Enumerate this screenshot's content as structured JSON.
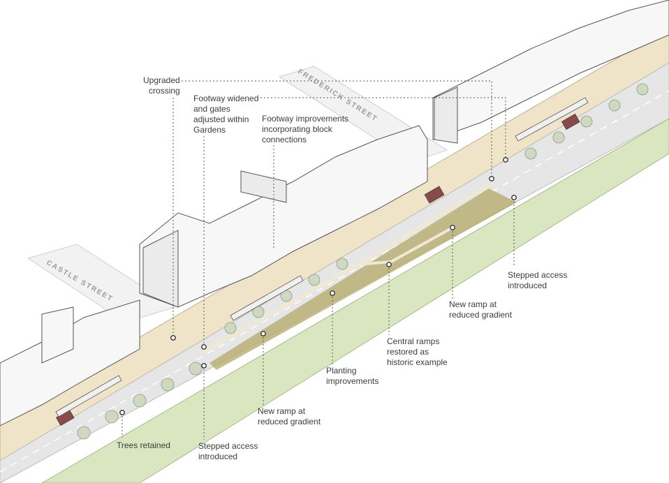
{
  "annotations": {
    "upgraded_crossing": "Upgraded\ncrossing",
    "footway_widened": "Footway widened\nand gates\nadjusted within\nGardens",
    "footway_improvements": "Footway improvements\nincorporating block\nconnections",
    "stepped_access_right": "Stepped access\nintroduced",
    "new_ramp_right": "New ramp at\nreduced gradient",
    "central_ramps": "Central ramps\nrestored as\nhistoric example",
    "planting_improvements": "Planting\nimprovements",
    "new_ramp_left": "New ramp at\nreduced gradient",
    "trees_retained": "Trees retained",
    "stepped_access_left": "Stepped access\nintroduced"
  },
  "streets": {
    "castle": "CASTLE STREET",
    "frederick": "FREDERICK STREET"
  },
  "colors": {
    "footway": "#efe3c8",
    "road": "#e6e6e6",
    "gardens": "#d9e6bf",
    "planting": "#b7ad6f",
    "building": "#f7f7f7",
    "outline": "#555555",
    "leader": "#555555"
  }
}
